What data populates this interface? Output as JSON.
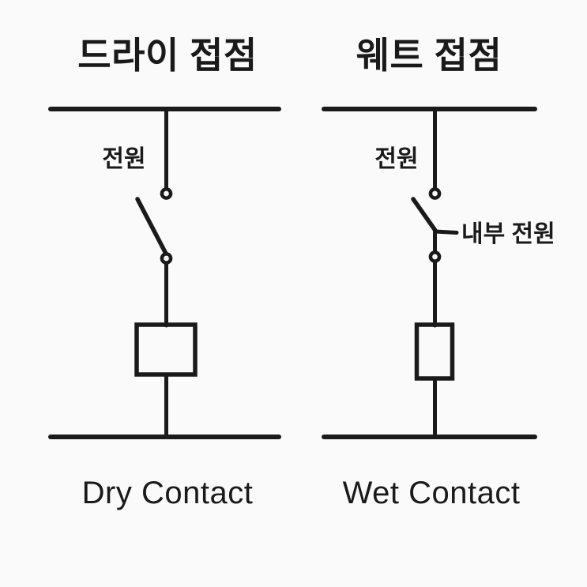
{
  "colors": {
    "ink": "#1a1a1a",
    "background": "#fafafa"
  },
  "diagrams": {
    "dry": {
      "title": "드라이 접점",
      "power_label": "전원",
      "caption": "Dry Contact"
    },
    "wet": {
      "title": "웨트 접점",
      "power_label": "전원",
      "internal_power_label": "내부 전원",
      "caption": "Wet Contact"
    }
  }
}
